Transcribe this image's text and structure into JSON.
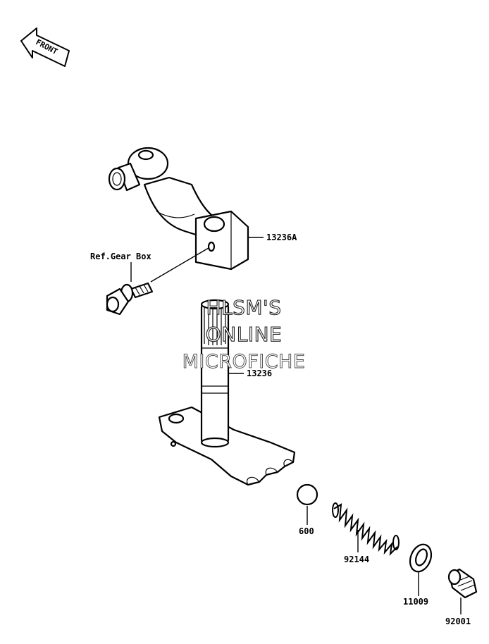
{
  "direction": {
    "label": "FRONT",
    "icon": "front-arrow-icon"
  },
  "watermark": {
    "line1": "HLSM'S",
    "line2": "ONLINE",
    "line3": "MICROFICHE"
  },
  "parts": {
    "lever": "13236A",
    "ref": "Ref.Gear Box",
    "shaft": "13236",
    "ball": "600",
    "spring": "92144",
    "washer": "11009",
    "plug": "92001"
  }
}
